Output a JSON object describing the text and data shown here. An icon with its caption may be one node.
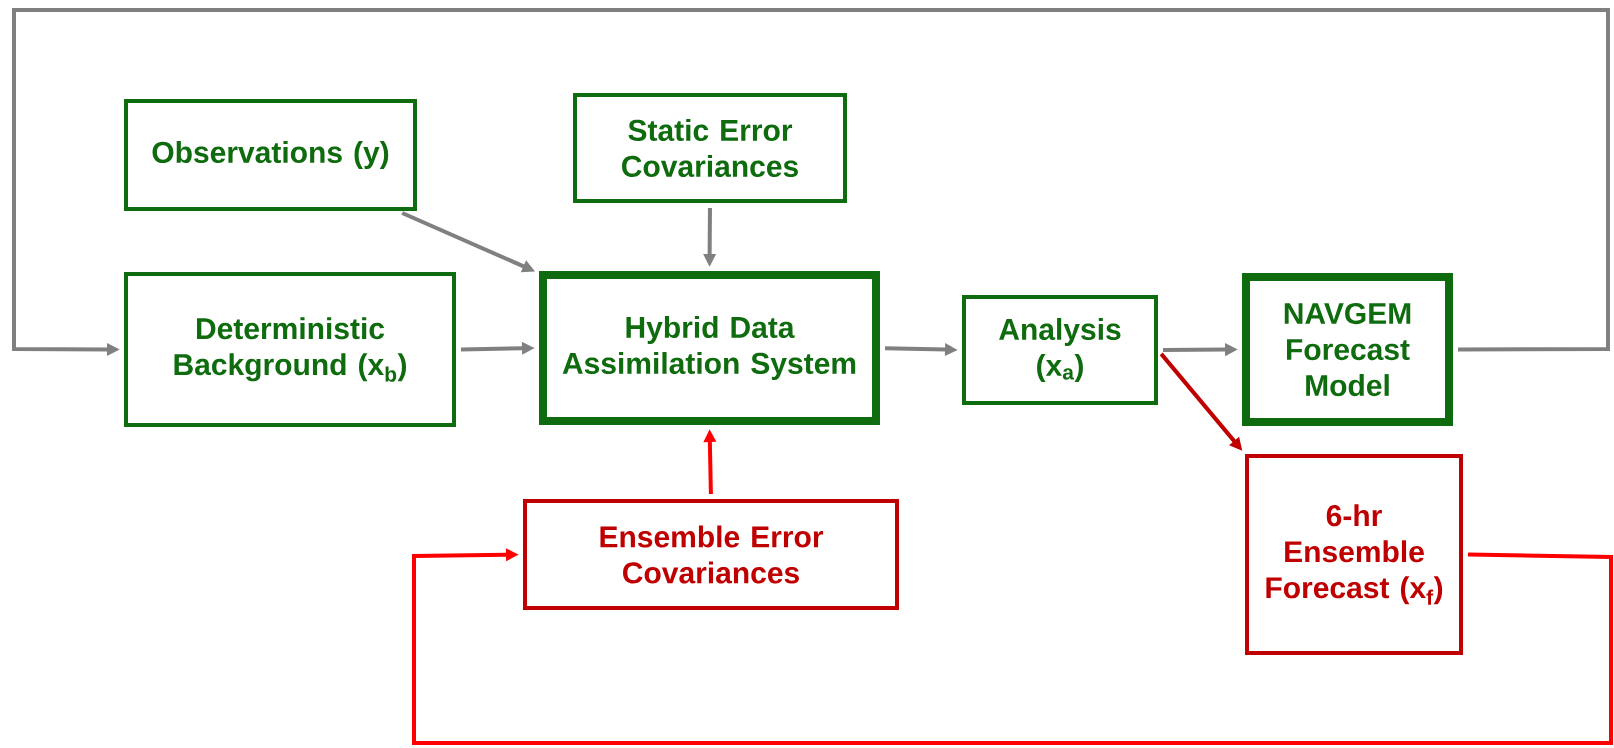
{
  "diagram": {
    "nodes": [
      {
        "text": [
          "Observations (y)"
        ]
      },
      {
        "text": [
          "Static Error Covariances"
        ]
      },
      {
        "text": [
          "Deterministic Background (x$_{b}$)"
        ]
      },
      {
        "text": [
          "Hybrid Data Assimilation System"
        ]
      },
      {
        "text": [
          "Analysis (x$_{a}$)"
        ]
      },
      {
        "text": [
          "NAVGEM Forecast Model"
        ]
      },
      {
        "text": [
          "Ensemble Error Covariances"
        ]
      },
      {
        "text": [
          "6-hr Ensemble Forecast (x$_{f}$)"
        ]
      }
    ],
    "edges": [
      {
        "from": 0,
        "to": 3,
        "arrow": "to"
      },
      {
        "from": 1,
        "to": 3,
        "arrow": "to"
      },
      {
        "from": 2,
        "to": 3,
        "arrow": "to"
      },
      {
        "from": 3,
        "to": 4,
        "arrow": "to"
      },
      {
        "from": 4,
        "to": 5,
        "arrow": "to"
      },
      {
        "from": 5,
        "to": 2,
        "arrow": "to"
      },
      {
        "from": 4,
        "to": 7,
        "arrow": "to",
        "color": "#c00000"
      },
      {
        "from": 7,
        "to": 6,
        "arrow": "to",
        "color": "#ff0000"
      },
      {
        "from": 6,
        "to": 3,
        "arrow": "to",
        "color": "#ff0000"
      }
    ]
  }
}
